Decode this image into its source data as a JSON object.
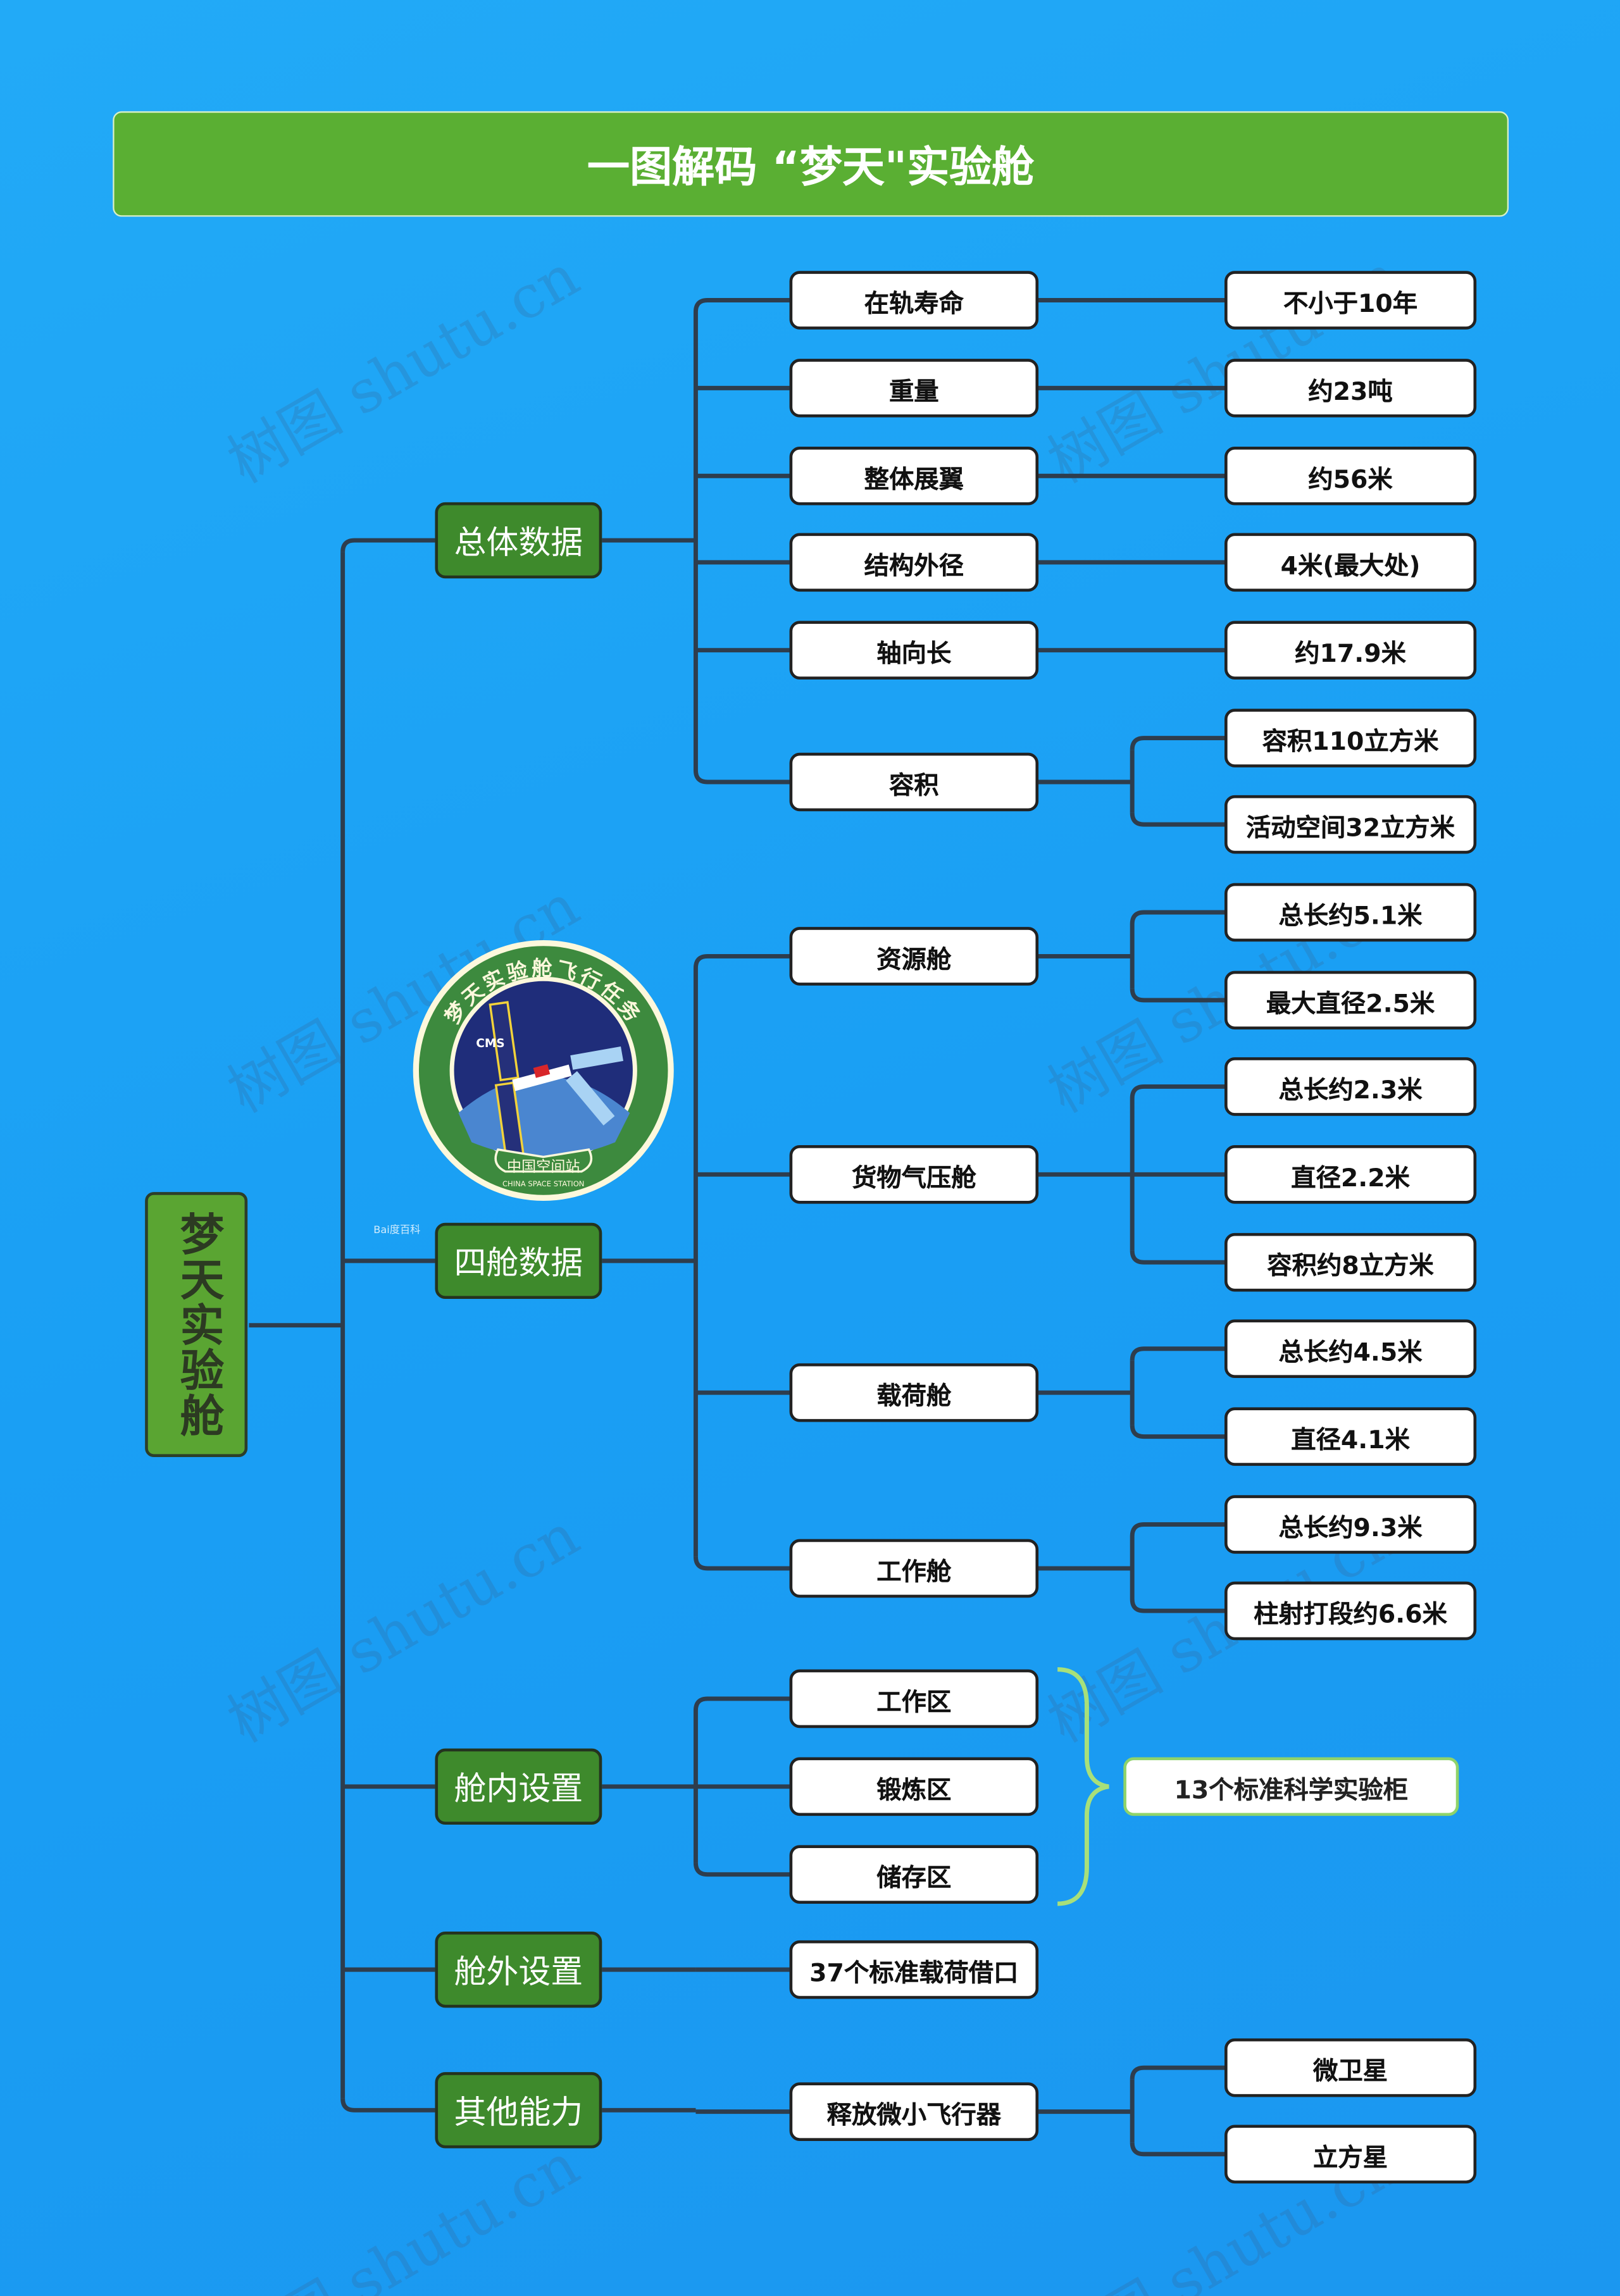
{
  "title": "一图解码 “梦天\"实验舱",
  "root": "梦天实验舱",
  "watermark": "树图 shutu.cn",
  "emblem": {
    "top_text": "梦天实验舱飞行任务",
    "bottom_text": "中国空间站",
    "bottom_text_en": "CHINA SPACE STATION",
    "logo": "CMS"
  },
  "baidu_mark": "Bai度百科",
  "branches": [
    {
      "label": "总体数据",
      "children": [
        {
          "label": "在轨寿命",
          "children": [
            "不小于10年"
          ]
        },
        {
          "label": "重量",
          "children": [
            "约23吨"
          ]
        },
        {
          "label": "整体展翼",
          "children": [
            "约56米"
          ]
        },
        {
          "label": "结构外径",
          "children": [
            "4米(最大处)"
          ]
        },
        {
          "label": "轴向长",
          "children": [
            "约17.9米"
          ]
        },
        {
          "label": "容积",
          "children": [
            "容积110立方米",
            "活动空间32立方米"
          ]
        }
      ]
    },
    {
      "label": "四舱数据",
      "children": [
        {
          "label": "资源舱",
          "children": [
            "总长约5.1米",
            "最大直径2.5米"
          ]
        },
        {
          "label": "货物气压舱",
          "children": [
            "总长约2.3米",
            "直径2.2米",
            "容积约8立方米"
          ]
        },
        {
          "label": "载荷舱",
          "children": [
            "总长约4.5米",
            "直径4.1米"
          ]
        },
        {
          "label": "工作舱",
          "children": [
            "总长约9.3米",
            "柱射打段约6.6米"
          ]
        }
      ]
    },
    {
      "label": "舱内设置",
      "children": [
        {
          "label": "工作区",
          "children": []
        },
        {
          "label": "锻炼区",
          "children": []
        },
        {
          "label": "储存区",
          "children": []
        }
      ],
      "summary": "13个标准科学实验柜"
    },
    {
      "label": "舱外设置",
      "children": [
        {
          "label": "37个标准载荷借口",
          "children": []
        }
      ]
    },
    {
      "label": "其他能力",
      "children": [
        {
          "label": "释放微小飞行器",
          "children": [
            "微卫星",
            "立方星"
          ]
        }
      ]
    }
  ],
  "colors": {
    "background": "#1aa3f5",
    "title_green": "#5aaf33",
    "branch_green": "#3e8a2c",
    "line": "#2e3d4d",
    "brace": "#a8e07a"
  }
}
